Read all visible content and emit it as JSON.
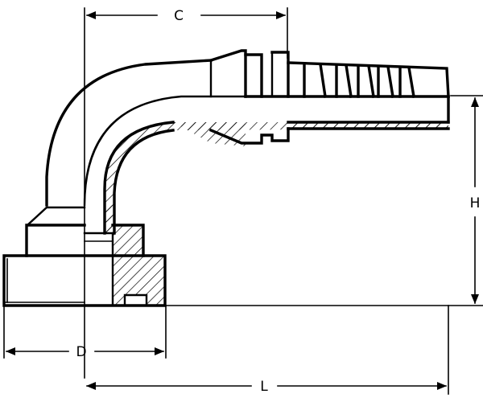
{
  "dimensions": {
    "c_label": "C",
    "h_label": "H",
    "d_label": "D",
    "l_label": "L"
  },
  "colors": {
    "line": "#000000",
    "background": "#ffffff"
  }
}
